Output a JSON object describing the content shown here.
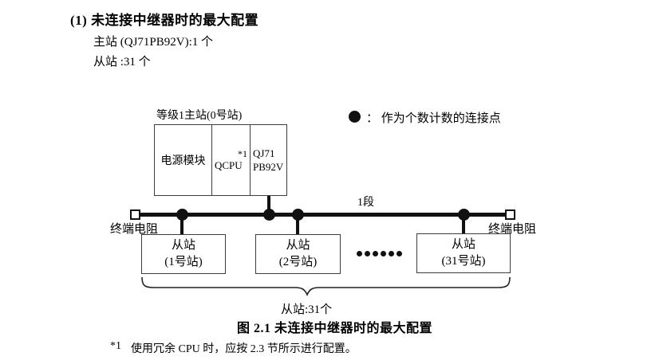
{
  "page": {
    "heading": "(1) 未连接中继器时的最大配置",
    "master_line": "主站 (QJ71PB92V):1 个",
    "slave_line": "从站 :31 个",
    "caption": "图 2.1 未连接中继器时的最大配置"
  },
  "legend": {
    "icon": "filled-circle",
    "text": "： 作为个数计数的连接点"
  },
  "diagram": {
    "master": {
      "label": "等级1主站(0号站)",
      "power_module": "电源模块",
      "cpu": "QCPU",
      "cpu_note": "*1",
      "module_line1": "QJ71",
      "module_line2": "PB92V"
    },
    "segment_label": "1段",
    "terminator_left": "终端电阻",
    "terminator_right": "终端电阻",
    "slaves": [
      {
        "line1": "从站",
        "line2": "(1号站)"
      },
      {
        "line1": "从站",
        "line2": "(2号站)"
      },
      {
        "line1": "从站",
        "line2": "(31号站)"
      }
    ],
    "ellipsis_dots": 6,
    "slave_count_label": "从站:31个"
  },
  "footnote": {
    "marker": "*1",
    "text": "使用冗余 CPU 时，应按 2.3 节所示进行配置。"
  },
  "colors": {
    "text": "#000000",
    "line": "#111111",
    "border": "#3d3d3d",
    "background": "#ffffff"
  }
}
